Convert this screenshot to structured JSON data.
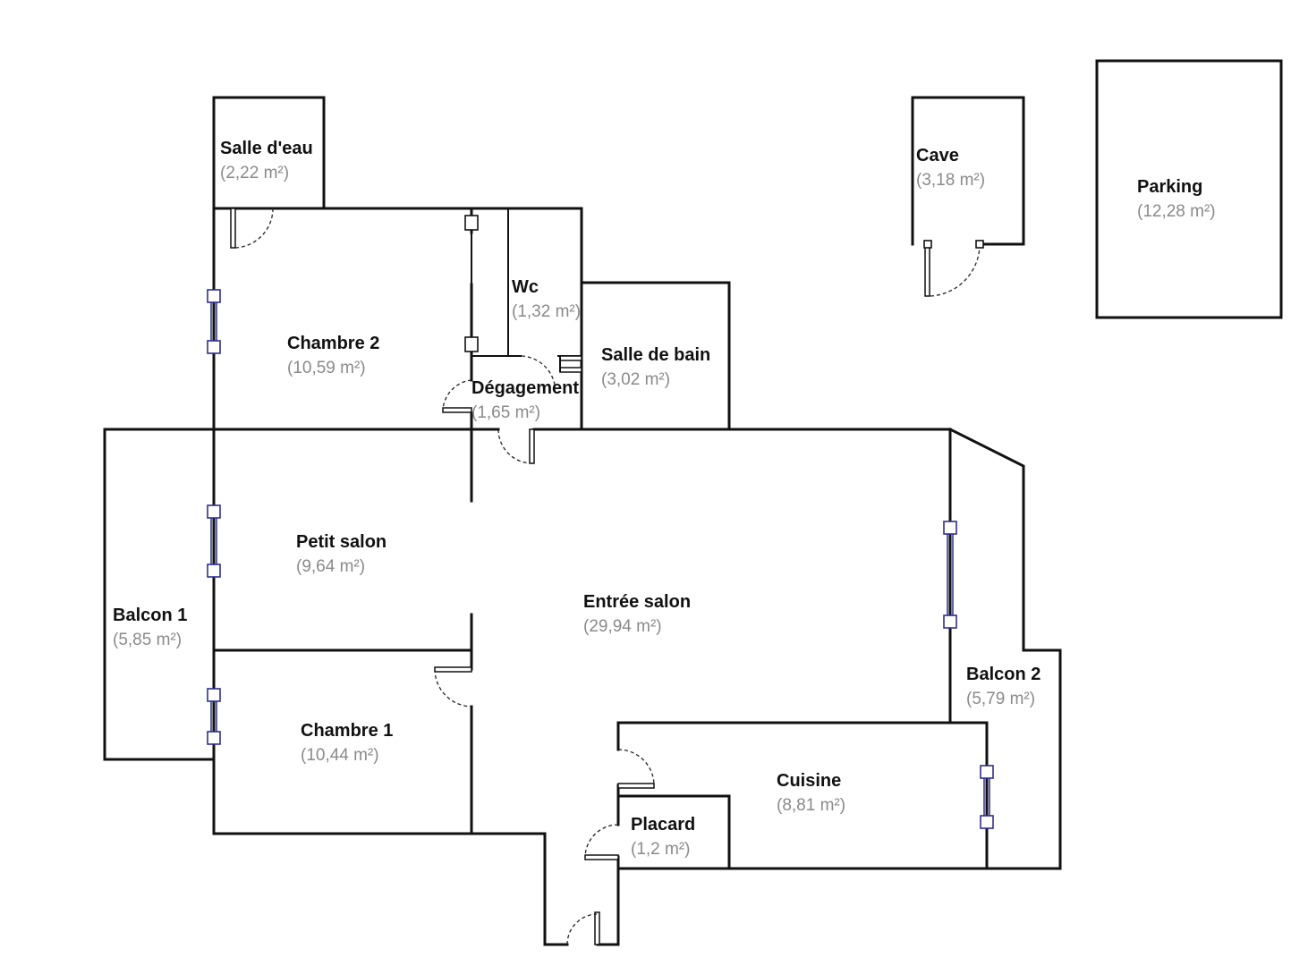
{
  "floor_plan": {
    "wall_color": "#111111",
    "window_color": "#2f2f8f",
    "area_text_color": "#8a8a8a",
    "rooms": {
      "salle_d_eau": {
        "name": "Salle d'eau",
        "area": "(2,22 m²)"
      },
      "wc": {
        "name": "Wc",
        "area": "(1,32 m²)"
      },
      "chambre_2": {
        "name": "Chambre 2",
        "area": "(10,59 m²)"
      },
      "salle_de_bain": {
        "name": "Salle de bain",
        "area": "(3,02 m²)"
      },
      "degagement": {
        "name": "Dégagement",
        "area": "(1,65 m²)"
      },
      "cave": {
        "name": "Cave",
        "area": "(3,18 m²)"
      },
      "parking": {
        "name": "Parking",
        "area": "(12,28 m²)"
      },
      "petit_salon": {
        "name": "Petit salon",
        "area": "(9,64 m²)"
      },
      "balcon_1": {
        "name": "Balcon 1",
        "area": "(5,85 m²)"
      },
      "entree_salon": {
        "name": "Entrée salon",
        "area": "(29,94 m²)"
      },
      "balcon_2": {
        "name": "Balcon 2",
        "area": "(5,79 m²)"
      },
      "chambre_1": {
        "name": "Chambre 1",
        "area": "(10,44 m²)"
      },
      "cuisine": {
        "name": "Cuisine",
        "area": "(8,81 m²)"
      },
      "placard": {
        "name": "Placard",
        "area": "(1,2 m²)"
      }
    }
  }
}
